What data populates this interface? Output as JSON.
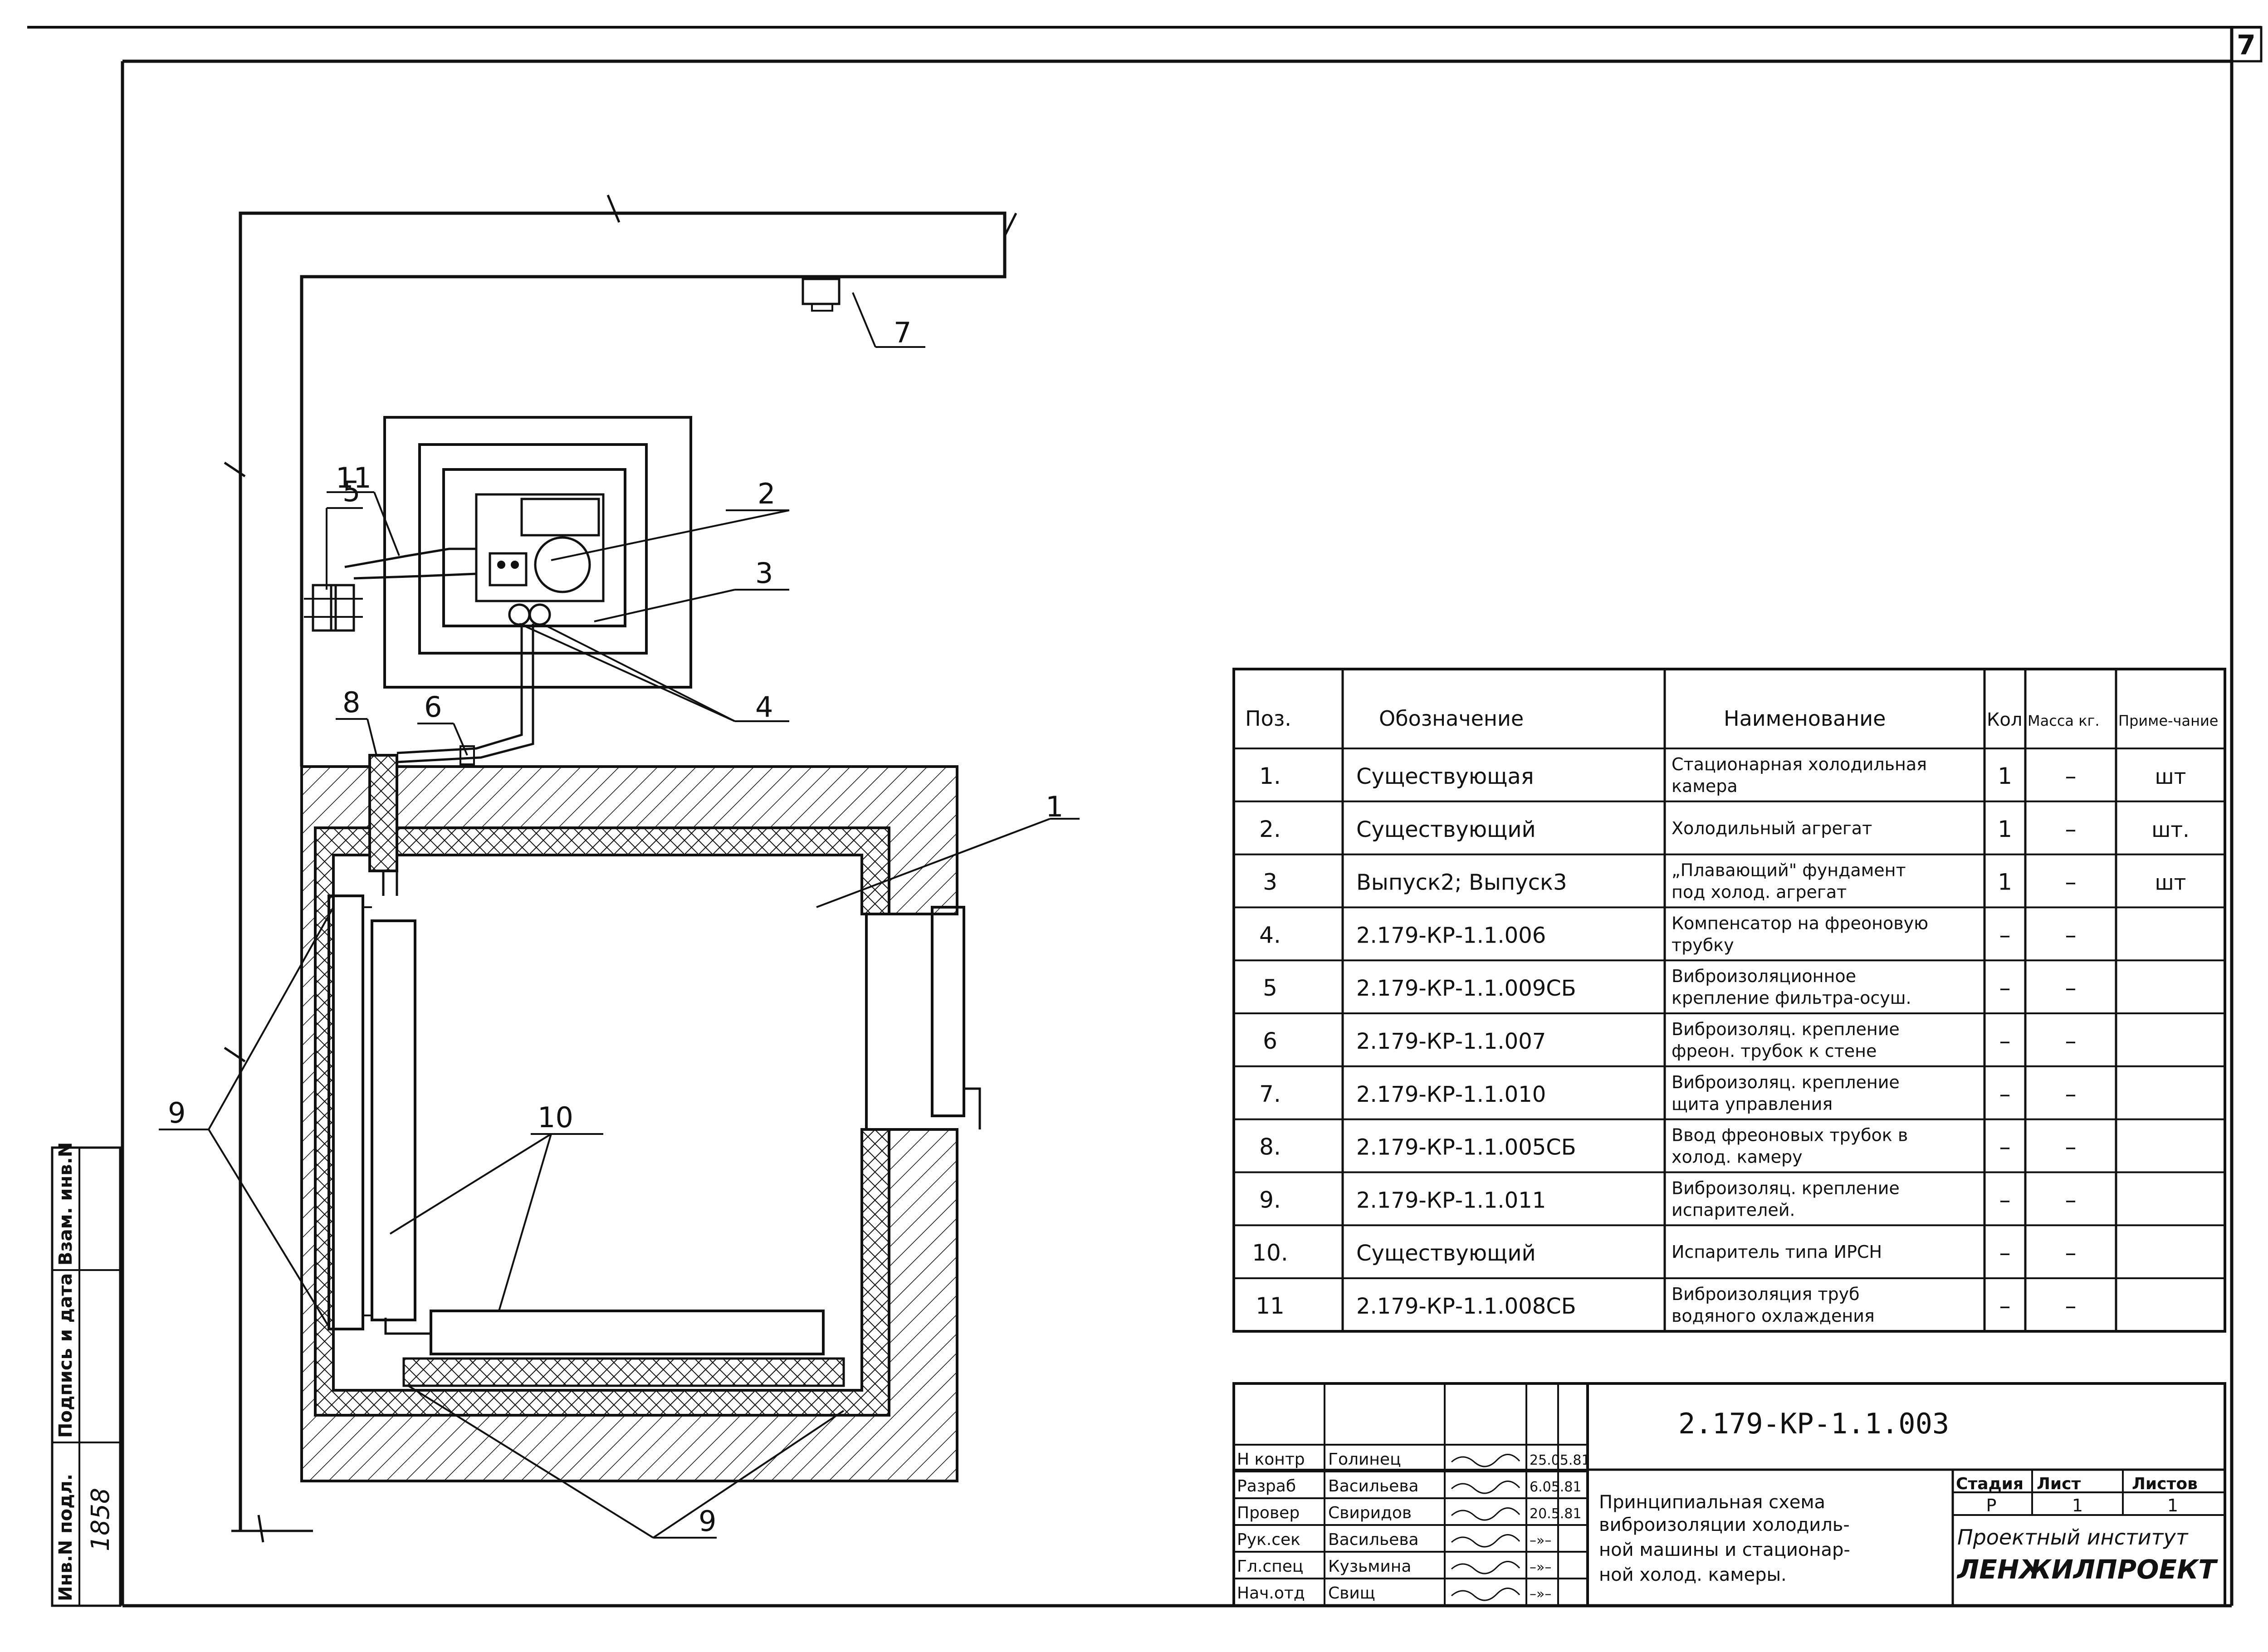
{
  "sheet": {
    "page_number": "7"
  },
  "callouts": [
    "1",
    "2",
    "3",
    "4",
    "5",
    "6",
    "7",
    "8",
    "9",
    "9",
    "10",
    "11"
  ],
  "side_stamp": {
    "fields": [
      "Инв.N подл.",
      "Подпись и дата",
      "Взам. инв.N"
    ],
    "values": [
      "1858",
      "",
      ""
    ]
  },
  "spec_table": {
    "headers": [
      "Поз.",
      "Обозначение",
      "Наименование",
      "Кол.",
      "Масса кг.",
      "Приме-чание"
    ],
    "rows": [
      {
        "pos": "1.",
        "designation": "Существующая",
        "name": "Стационарная холодильная камера",
        "qty": "1",
        "mass": "–",
        "note": "шт"
      },
      {
        "pos": "2.",
        "designation": "Существующий",
        "name": "Холодильный агрегат",
        "qty": "1",
        "mass": "–",
        "note": "шт."
      },
      {
        "pos": "3",
        "designation": "Выпуск2; Выпуск3",
        "name": "„Плавающий\" фундамент под холод. агрегат",
        "qty": "1",
        "mass": "–",
        "note": "шт"
      },
      {
        "pos": "4.",
        "designation": "2.179-КР-1.1.006",
        "name": "Компенсатор на фреоновую трубку",
        "qty": "–",
        "mass": "–",
        "note": ""
      },
      {
        "pos": "5",
        "designation": "2.179-КР-1.1.009СБ",
        "name": "Виброизоляционное крепление фильтра-осуш.",
        "qty": "–",
        "mass": "–",
        "note": ""
      },
      {
        "pos": "6",
        "designation": "2.179-КР-1.1.007",
        "name": "Виброизоляц. крепление фреон. трубок к стене",
        "qty": "–",
        "mass": "–",
        "note": ""
      },
      {
        "pos": "7.",
        "designation": "2.179-КР-1.1.010",
        "name": "Виброизоляц. крепление щита управления",
        "qty": "–",
        "mass": "–",
        "note": ""
      },
      {
        "pos": "8.",
        "designation": "2.179-КР-1.1.005СБ",
        "name": "Ввод фреоновых трубок в холод. камеру",
        "qty": "–",
        "mass": "–",
        "note": ""
      },
      {
        "pos": "9.",
        "designation": "2.179-КР-1.1.011",
        "name": "Виброизоляц. крепление испарителей.",
        "qty": "–",
        "mass": "–",
        "note": ""
      },
      {
        "pos": "10.",
        "designation": "Существующий",
        "name": "Испаритель типа ИРСН",
        "qty": "–",
        "mass": "–",
        "note": ""
      },
      {
        "pos": "11",
        "designation": "2.179-КР-1.1.008СБ",
        "name": "Виброизоляция труб водяного охлаждения",
        "qty": "–",
        "mass": "–",
        "note": ""
      }
    ]
  },
  "title_block": {
    "doc_code": "2.179-КР-1.1.003",
    "title": "Принципиальная схема виброизоляции холодильной машины и стационарной холод. камеры.",
    "roles": [
      {
        "role": "Н контр",
        "name": "Голинец",
        "date": "25.05.81"
      },
      {
        "role": "Разраб",
        "name": "Васильева",
        "date": "6.05.81"
      },
      {
        "role": "Провер",
        "name": "Свиридов",
        "date": "20.5.81"
      },
      {
        "role": "Рук.сек",
        "name": "Васильева",
        "date": "–»–"
      },
      {
        "role": "Гл.спец",
        "name": "Кузьмина",
        "date": "–»–"
      },
      {
        "role": "Нач.отд",
        "name": "Свищ",
        "date": "–»–"
      }
    ],
    "stage_label": "Стадия",
    "stage": "Р",
    "sheet_label": "Лист",
    "sheet": "1",
    "sheets_label": "Листов",
    "sheets": "1",
    "org_line1": "Проектный институт",
    "org_line2": "ЛЕНЖИЛПРОЕКТ"
  }
}
